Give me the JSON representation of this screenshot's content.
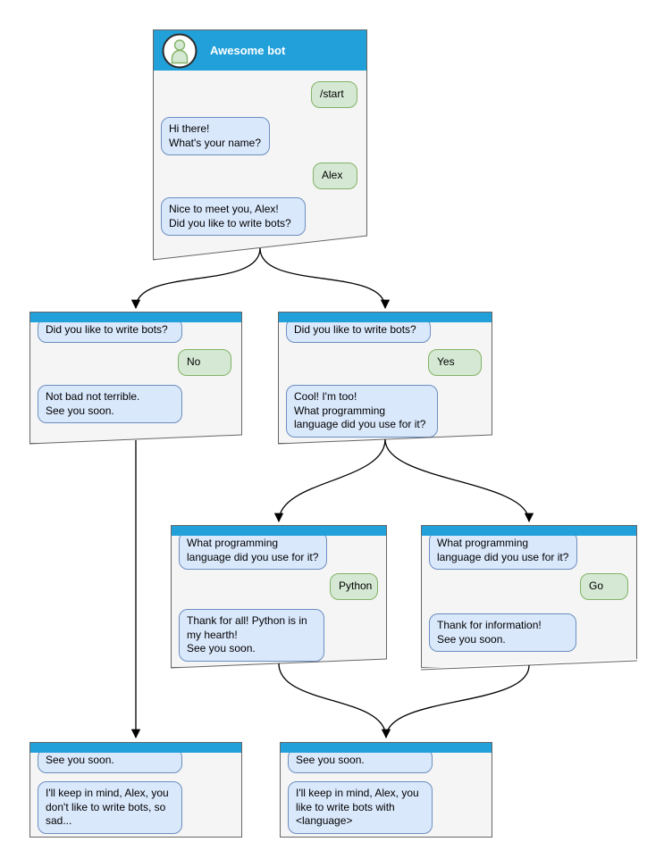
{
  "diagram": {
    "type": "chatbot-conversation-flowchart",
    "colors": {
      "header_blue": "#22A0DA",
      "window_background": "#F5F5F5",
      "window_border": "#666666",
      "bot_bubble_fill": "#DAE8FC",
      "bot_bubble_border": "#6C8EBF",
      "user_bubble_fill": "#D5E8D4",
      "user_bubble_border": "#82B366",
      "arrow_color": "#000000"
    },
    "icons": [
      {
        "name": "bot-avatar-icon",
        "meaning": "person silhouette in white circle"
      }
    ],
    "edges": [
      {
        "from": "main",
        "to": "no_branch"
      },
      {
        "from": "main",
        "to": "yes_branch"
      },
      {
        "from": "no_branch",
        "to": "end_no"
      },
      {
        "from": "yes_branch",
        "to": "python_branch"
      },
      {
        "from": "yes_branch",
        "to": "go_branch"
      },
      {
        "from": "python_branch",
        "to": "end_yes"
      },
      {
        "from": "go_branch",
        "to": "end_yes"
      }
    ]
  },
  "windows": {
    "main": {
      "title": "Awesome bot",
      "messages": [
        {
          "side": "user",
          "text": "/start"
        },
        {
          "side": "bot",
          "text": "Hi there!\nWhat's your name?"
        },
        {
          "side": "user",
          "text": "Alex"
        },
        {
          "side": "bot",
          "text": "Nice to meet you, Alex!\nDid you like to write bots?"
        }
      ]
    },
    "no_branch": {
      "messages": [
        {
          "side": "bot",
          "text": "Did you like to write bots?"
        },
        {
          "side": "user",
          "text": "No"
        },
        {
          "side": "bot",
          "text": "Not bad not terrible.\nSee you soon."
        }
      ]
    },
    "yes_branch": {
      "messages": [
        {
          "side": "bot",
          "text": "Did you like to write bots?"
        },
        {
          "side": "user",
          "text": "Yes"
        },
        {
          "side": "bot",
          "text": "Cool! I'm too!\nWhat programming\nlanguage did you use for it?"
        }
      ]
    },
    "python_branch": {
      "messages": [
        {
          "side": "bot",
          "text": "What programming\nlanguage did you use for it?"
        },
        {
          "side": "user",
          "text": "Python"
        },
        {
          "side": "bot",
          "text": "Thank for all! Python is in\nmy hearth!\nSee you soon."
        }
      ]
    },
    "go_branch": {
      "messages": [
        {
          "side": "bot",
          "text": "What programming\nlanguage did you use for it?"
        },
        {
          "side": "user",
          "text": "Go"
        },
        {
          "side": "bot",
          "text": "Thank for information!\nSee you soon."
        }
      ]
    },
    "end_no": {
      "messages": [
        {
          "side": "bot",
          "text": "See you soon."
        },
        {
          "side": "bot",
          "text": "I'll keep in mind, Alex, you\ndon't like to write bots, so\nsad..."
        }
      ]
    },
    "end_yes": {
      "messages": [
        {
          "side": "bot",
          "text": "See you soon."
        },
        {
          "side": "bot",
          "text": "I'll keep in mind, Alex, you\nlike to write bots with\n<language>"
        }
      ]
    }
  }
}
